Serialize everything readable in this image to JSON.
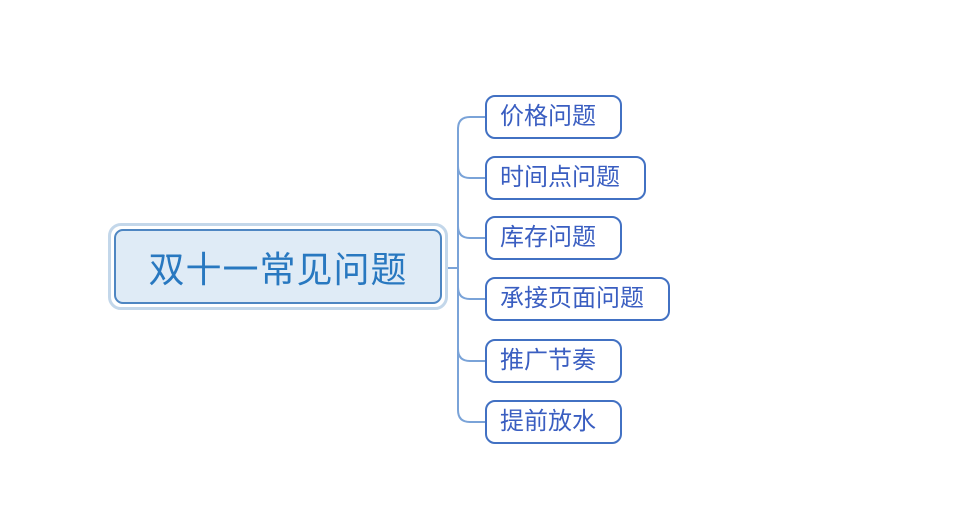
{
  "diagram": {
    "type": "mindmap",
    "root": {
      "label": "双十一常见问题"
    },
    "topics": [
      {
        "id": "price-issue",
        "label": "价格问题"
      },
      {
        "id": "timing-issue",
        "label": "时间点问题"
      },
      {
        "id": "inventory-issue",
        "label": "库存问题"
      },
      {
        "id": "landing-page-issue",
        "label": "承接页面问题"
      },
      {
        "id": "promotion-rhythm",
        "label": "推广节奏"
      },
      {
        "id": "early-release",
        "label": "提前放水"
      }
    ],
    "colors": {
      "root_fill": "#dfebf6",
      "root_border": "#4e86c2",
      "root_outer": "#c3d7ea",
      "root_text": "#2878c0",
      "topic_fill": "#ffffff",
      "topic_border": "#4271c3",
      "topic_text": "#3a5ec1",
      "connector": "#7aa3d8"
    }
  }
}
